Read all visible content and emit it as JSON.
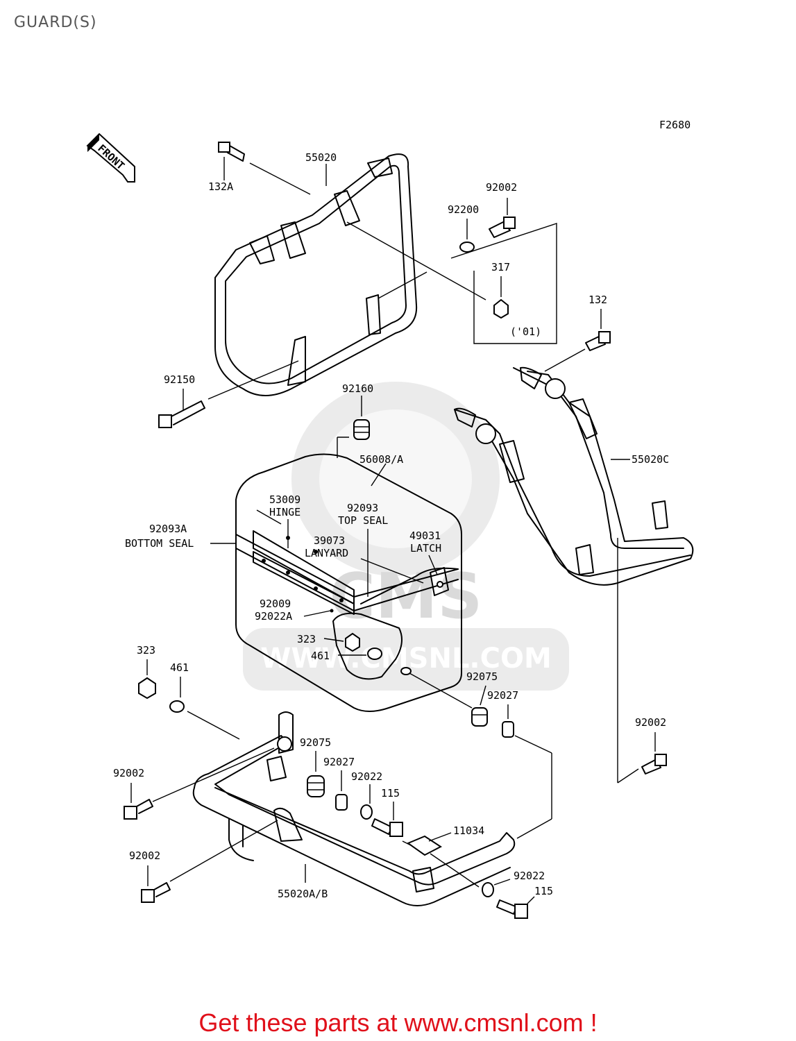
{
  "title": "GUARD(S)",
  "figure_code": "F2680",
  "front_badge": "FRONT",
  "watermark": {
    "text_large": "CMS",
    "text_url": "WWW.CMSNL.COM"
  },
  "footer": "Get these parts at www.cmsnl.com !",
  "colors": {
    "footer": "#e0101a",
    "title": "#555555",
    "lines": "#000000",
    "watermark": "#d6d6d6"
  },
  "labels": {
    "l132A": "132A",
    "l55020": "55020",
    "l92002_top": "92002",
    "l92200": "92200",
    "l317": "317",
    "l01": "('01)",
    "l132": "132",
    "l92150": "92150",
    "l92160": "92160",
    "l56008": "56008/A",
    "l55020C": "55020C",
    "l53009": "53009",
    "lHinge": "HINGE",
    "l92093": "92093",
    "lTopSeal": "TOP SEAL",
    "l92093A": "92093A",
    "lBottomSeal": "BOTTOM SEAL",
    "l39073": "39073",
    "lLanyard": "LANYARD",
    "l49031": "49031",
    "lLatch": "LATCH",
    "l92009": "92009",
    "l92022A": "92022A",
    "l323_box": "323",
    "l461_box": "461",
    "l323": "323",
    "l461": "461",
    "l92075_r": "92075",
    "l92027_r": "92027",
    "l92002_r": "92002",
    "l92002_l1": "92002",
    "l92075_m": "92075",
    "l92027_m": "92027",
    "l92022_m": "92022",
    "l115_m": "115",
    "l11034": "11034",
    "l92002_l2": "92002",
    "l55020AB": "55020A/B",
    "l92022_b": "92022",
    "l115_b": "115"
  }
}
